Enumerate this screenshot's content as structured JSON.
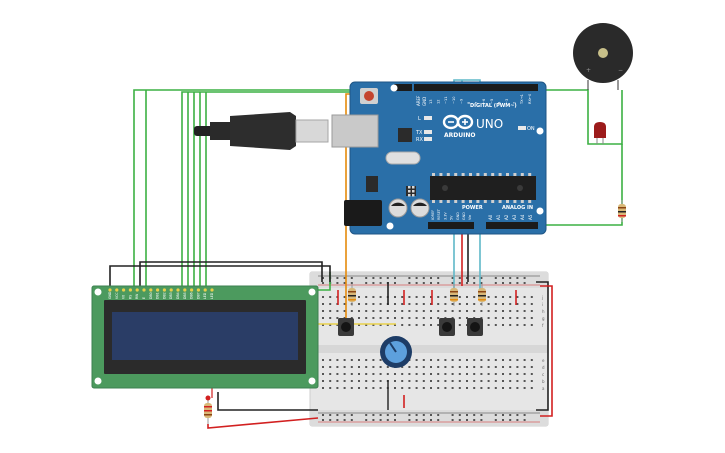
{
  "arduino": {
    "brand": "ARDUINO",
    "model": "UNO",
    "digital_label": "DIGITAL (PWM~)",
    "power_label": "POWER",
    "analog_label": "ANALOG IN",
    "aref": "AREF",
    "gnd": "GND",
    "tx": "TX",
    "rx": "RX",
    "led_l": "L",
    "on_label": "ON",
    "power_pins": [
      "IOREF",
      "RESET",
      "3.3V",
      "5V",
      "GND",
      "GND",
      "Vin"
    ],
    "analog_pins": [
      "A0",
      "A1",
      "A2",
      "A3",
      "A4",
      "A5"
    ],
    "digital_pins": [
      "13",
      "12",
      "~11",
      "~10",
      "~9",
      "8",
      "7",
      "~6",
      "~5",
      "4",
      "~3",
      "2",
      "TX→1",
      "RX←0"
    ]
  },
  "lcd": {
    "pins": [
      "GND",
      "VCC",
      "V0",
      "RS",
      "RW",
      "E",
      "DB0",
      "DB1",
      "DB2",
      "DB3",
      "DB4",
      "DB5",
      "DB6",
      "DB7",
      "LED",
      "LED"
    ]
  },
  "breadboard": {
    "top_rail": [
      "-",
      "+"
    ],
    "rows": [
      "j",
      "i",
      "h",
      "g",
      "f",
      "e",
      "d",
      "c",
      "b",
      "a"
    ]
  },
  "colors": {
    "arduino_blue": "#2a6fa8",
    "lcd_green": "#4c9a5e",
    "lcd_screen": "#2a3d66",
    "wire_green": "#3cb043",
    "wire_red": "#d22020",
    "wire_black": "#222222",
    "wire_orange": "#e58b0c",
    "wire_cyan": "#5fb8c8",
    "breadboard": "#e9e9e9"
  }
}
